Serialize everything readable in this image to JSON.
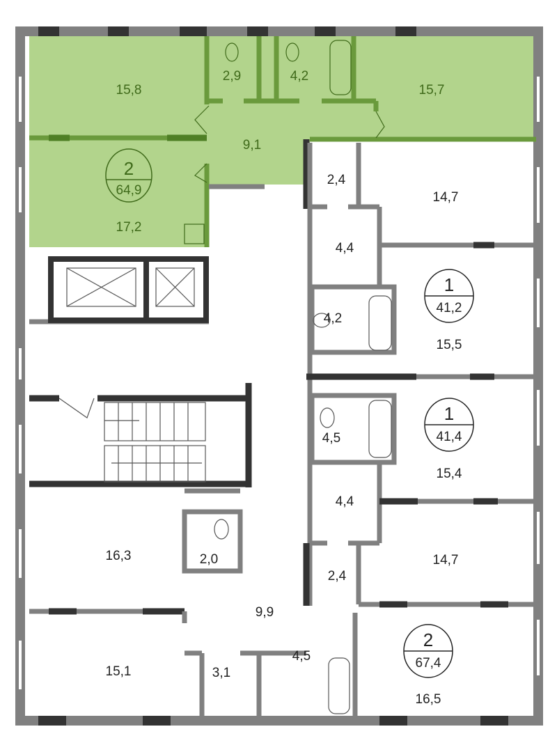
{
  "plan": {
    "highlight_color": "#b2d48c",
    "apartments": [
      {
        "rooms": "2",
        "area": "64,9",
        "highlighted": true
      },
      {
        "rooms": "1",
        "area": "41,2",
        "highlighted": false
      },
      {
        "rooms": "1",
        "area": "41,4",
        "highlighted": false
      },
      {
        "rooms": "2",
        "area": "67,4",
        "highlighted": false
      }
    ],
    "room_areas": {
      "a1_room1": "15,8",
      "a1_wc": "2,9",
      "a1_bath": "4,2",
      "a1_room2": "15,7",
      "a1_hall": "9,1",
      "a1_room3": "17,2",
      "r_closet1": "2,4",
      "r_room1": "14,7",
      "r_hall1": "4,4",
      "r_bath1": "4,2",
      "r_room2": "15,5",
      "r_bath2": "4,5",
      "r_room3": "15,4",
      "r_hall2": "4,4",
      "r_room4": "14,7",
      "r_closet2": "2,4",
      "l_room1": "16,3",
      "l_wc": "2,0",
      "l_hall": "9,9",
      "l_room2": "15,1",
      "l_closet": "3,1",
      "l_bath": "4,5",
      "l_room3": "16,5"
    }
  }
}
